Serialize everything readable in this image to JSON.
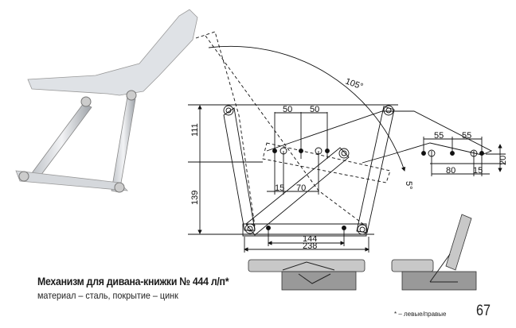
{
  "product": {
    "title": "Механизм для дивана-книжки № 444 л/п*",
    "subtitle": "материал – сталь, покрытие – цинк",
    "footnote": "* – левые/правые",
    "page_number": "67"
  },
  "dimensions": {
    "angle_open": "105°",
    "angle_small": "5°",
    "height_top": "111",
    "height_bottom": "139",
    "spacing_a1": "50",
    "spacing_a2": "50",
    "offset_15_left": "15",
    "offset_70": "70",
    "base_inner": "144",
    "base_outer": "238",
    "spacing_b1": "55",
    "spacing_b2": "55",
    "offset_80": "80",
    "offset_15_right": "15",
    "offset_20": "20"
  }
}
